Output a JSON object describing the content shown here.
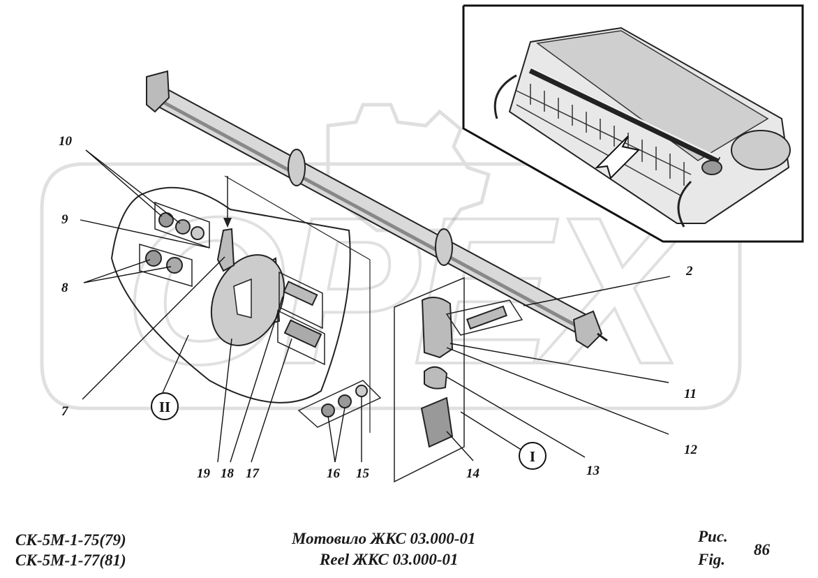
{
  "watermark": "OPEX",
  "callouts": [
    {
      "id": "c2",
      "text": "2"
    },
    {
      "id": "c7",
      "text": "7"
    },
    {
      "id": "c8",
      "text": "8"
    },
    {
      "id": "c9",
      "text": "9"
    },
    {
      "id": "c10",
      "text": "10"
    },
    {
      "id": "c11",
      "text": "11"
    },
    {
      "id": "c12",
      "text": "12"
    },
    {
      "id": "c13",
      "text": "13"
    },
    {
      "id": "c14",
      "text": "14"
    },
    {
      "id": "c15",
      "text": "15"
    },
    {
      "id": "c16",
      "text": "16"
    },
    {
      "id": "c17",
      "text": "17"
    },
    {
      "id": "c18",
      "text": "18"
    },
    {
      "id": "c19",
      "text": "19"
    }
  ],
  "detail_markers": {
    "I": "I",
    "II": "II"
  },
  "footer": {
    "model_line1": "СК-5М-1-75(79)",
    "model_line2": "СК-5М-1-77(81)",
    "title_ru": "Мотовило ЖКС 03.000-01",
    "title_en": "Reel ЖКС 03.000-01",
    "fig_ru": "Рис.",
    "fig_en": "Fig.",
    "fig_number": "86"
  }
}
